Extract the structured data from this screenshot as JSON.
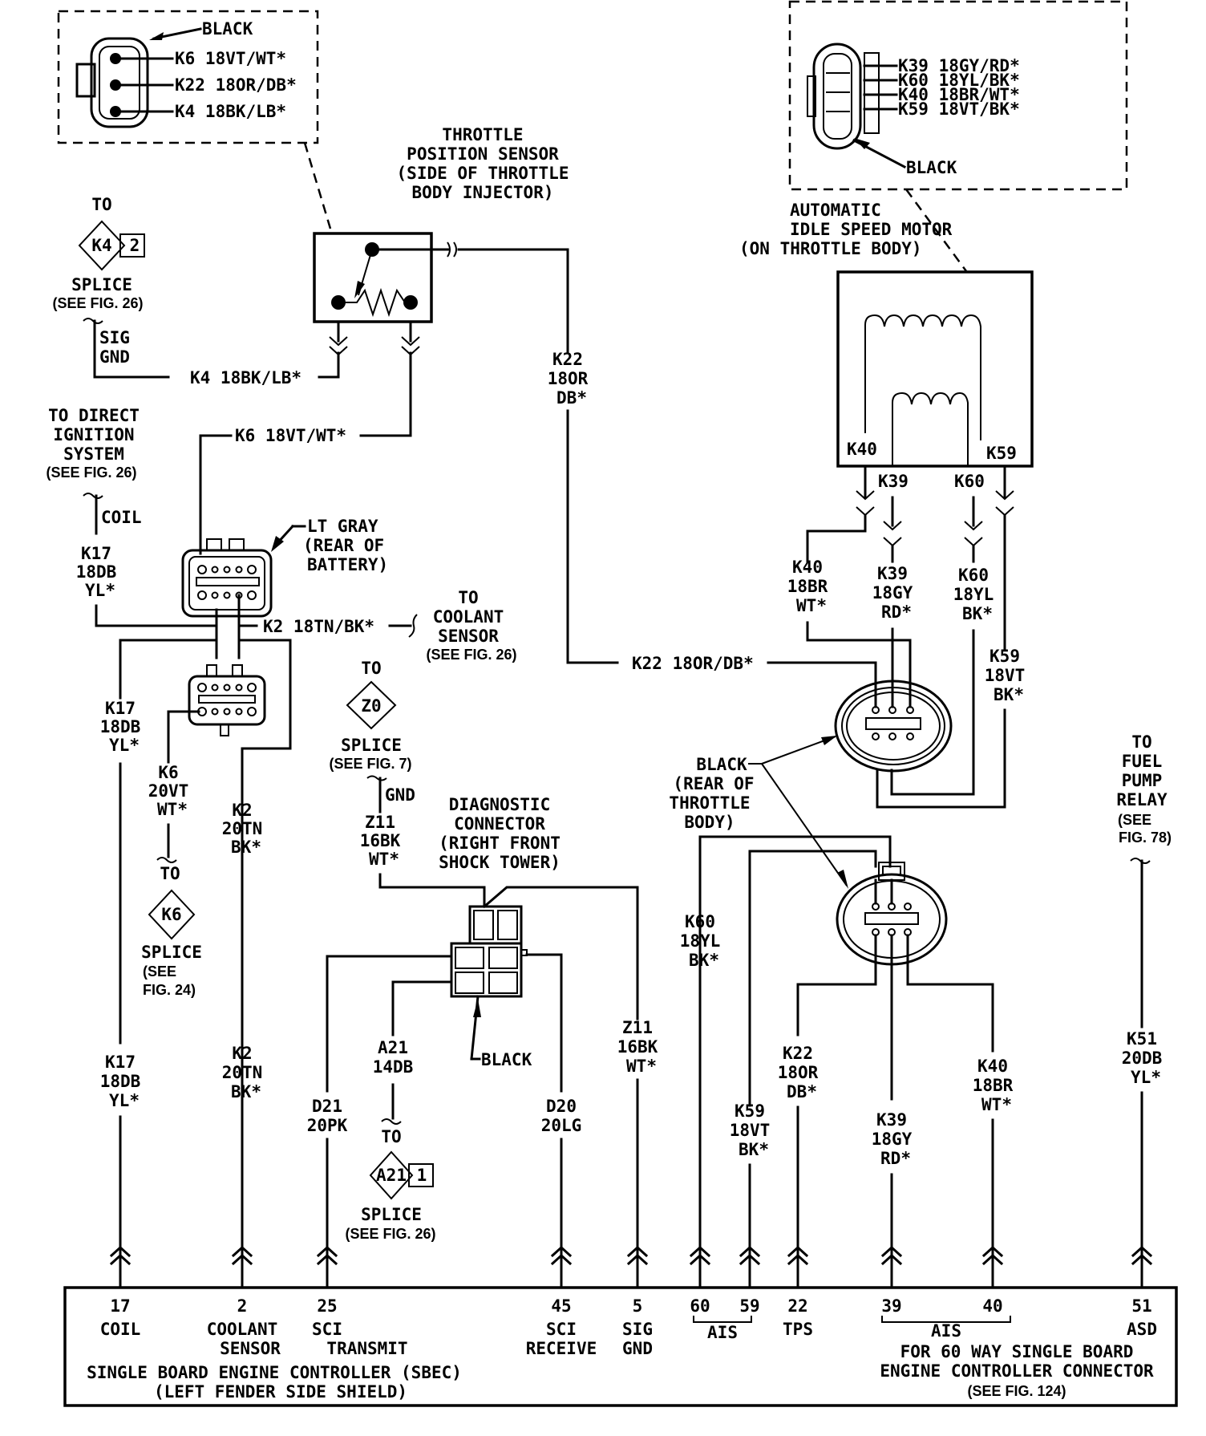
{
  "diagram": {
    "title": "Throttle Position Sensor / Automatic Idle Speed Motor wiring to SBEC",
    "tps_inset": {
      "connector_color": "BLACK",
      "pins": [
        "K6 18VT/WT*",
        "K22 18OR/DB*",
        "K4 18BK/LB*"
      ]
    },
    "ais_inset": {
      "connector_color": "BLACK",
      "pins": [
        "K39 18GY/RD*",
        "K60 18YL/BK*",
        "K40 18BR/WT*",
        "K59 18VT/BK*"
      ]
    },
    "tps": {
      "label": [
        "THROTTLE",
        "POSITION SENSOR",
        "(SIDE OF THROTTLE",
        "BODY INJECTOR)"
      ]
    },
    "ais_motor": {
      "label": [
        "AUTOMATIC",
        "IDLE SPEED MOTOR",
        "(ON THROTTLE BODY)"
      ],
      "terminals": [
        "K40",
        "K39",
        "K60",
        "K59"
      ]
    },
    "splice_k4": {
      "to": "TO",
      "id": "K4",
      "num": "2",
      "label": "SPLICE",
      "ref": "(SEE FIG. 26)",
      "branch": [
        "SIG",
        "GND"
      ]
    },
    "direct_ignition": {
      "label": [
        "TO DIRECT",
        "IGNITION",
        "SYSTEM"
      ],
      "ref": "(SEE FIG. 26)",
      "branch": "COIL"
    },
    "lt_gray": {
      "label": [
        "LT GRAY",
        "(REAR OF",
        "BATTERY)"
      ]
    },
    "coolant": {
      "label": [
        "TO",
        "COOLANT",
        "SENSOR"
      ],
      "ref": "(SEE FIG. 26)"
    },
    "splice_z0": {
      "to": "TO",
      "id": "Z0",
      "label": "SPLICE",
      "ref": "(SEE FIG. 7)",
      "branch": "GND"
    },
    "splice_k6": {
      "to": "TO",
      "id": "K6",
      "label": "SPLICE",
      "ref": [
        "(SEE",
        "FIG. 24)"
      ]
    },
    "splice_a21": {
      "to": "TO",
      "id": "A21",
      "num": "1",
      "label": "SPLICE",
      "ref": "(SEE FIG. 26)"
    },
    "diag_connector": {
      "label": [
        "DIAGNOSTIC",
        "CONNECTOR",
        "(RIGHT FRONT",
        "SHOCK TOWER)"
      ],
      "color": "BLACK"
    },
    "black_rear": {
      "label": [
        "BLACK",
        "(REAR OF",
        "THROTTLE",
        "BODY)"
      ]
    },
    "fuel_pump": {
      "label": [
        "TO",
        "FUEL",
        "PUMP",
        "RELAY",
        "(SEE",
        "FIG. 78)"
      ]
    },
    "wires": {
      "k4_h": "K4 18BK/LB*",
      "k6_h": "K6 18VT/WT*",
      "k2_h": "K2 18TN/BK*",
      "k22_h": "K22 18OR/DB*",
      "k22_v": [
        "K22",
        "18OR",
        "DB*"
      ],
      "k17_a": [
        "K17",
        "18DB",
        "YL*"
      ],
      "k17_b": [
        "K17",
        "18DB",
        "YL*"
      ],
      "k17_c": [
        "K17",
        "18DB",
        "YL*"
      ],
      "k6_v": [
        "K6",
        "20VT",
        "WT*"
      ],
      "k2_a": [
        "K2",
        "20TN",
        "BK*"
      ],
      "k2_b": [
        "K2",
        "20TN",
        "BK*"
      ],
      "z11_a": [
        "Z11",
        "16BK",
        "WT*"
      ],
      "z11_b": [
        "Z11",
        "16BK",
        "WT*"
      ],
      "a21": [
        "A21",
        "14DB"
      ],
      "d21": [
        "D21",
        "20PK"
      ],
      "d20": [
        "D20",
        "20LG"
      ],
      "k40_a": [
        "K40",
        "18BR",
        "WT*"
      ],
      "k39_a": [
        "K39",
        "18GY",
        "RD*"
      ],
      "k60_a": [
        "K60",
        "18YL",
        "BK*"
      ],
      "k59_a": [
        "K59",
        "18VT",
        "BK*"
      ],
      "k60_b": [
        "K60",
        "18YL",
        "BK*"
      ],
      "k59_b": [
        "K59",
        "18VT",
        "BK*"
      ],
      "k22_b": [
        "K22",
        "18OR",
        "DB*"
      ],
      "k39_b": [
        "K39",
        "18GY",
        "RD*"
      ],
      "k40_b": [
        "K40",
        "18BR",
        "WT*"
      ],
      "k51": [
        "K51",
        "20DB",
        "YL*"
      ]
    },
    "sbec": {
      "pins": [
        {
          "num": "17",
          "name": [
            "COIL"
          ]
        },
        {
          "num": "2",
          "name": [
            "COOLANT",
            "SENSOR"
          ]
        },
        {
          "num": "25",
          "name": [
            "SCI",
            "TRANSMIT"
          ]
        },
        {
          "num": "45",
          "name": [
            "SCI",
            "RECEIVE"
          ]
        },
        {
          "num": "5",
          "name": [
            "SIG",
            "GND"
          ]
        },
        {
          "num": "60",
          "name": []
        },
        {
          "num": "59",
          "name": []
        },
        {
          "num": "22",
          "name": [
            "TPS"
          ]
        },
        {
          "num": "39",
          "name": []
        },
        {
          "num": "40",
          "name": []
        },
        {
          "num": "51",
          "name": [
            "ASD"
          ]
        }
      ],
      "group_ais_1": "AIS",
      "group_ais_2": "AIS",
      "title": [
        "SINGLE BOARD ENGINE CONTROLLER (SBEC)",
        "(LEFT FENDER SIDE SHIELD)"
      ],
      "note": [
        "FOR 60 WAY SINGLE BOARD",
        "ENGINE CONTROLLER CONNECTOR",
        "(SEE FIG. 124)"
      ]
    }
  }
}
